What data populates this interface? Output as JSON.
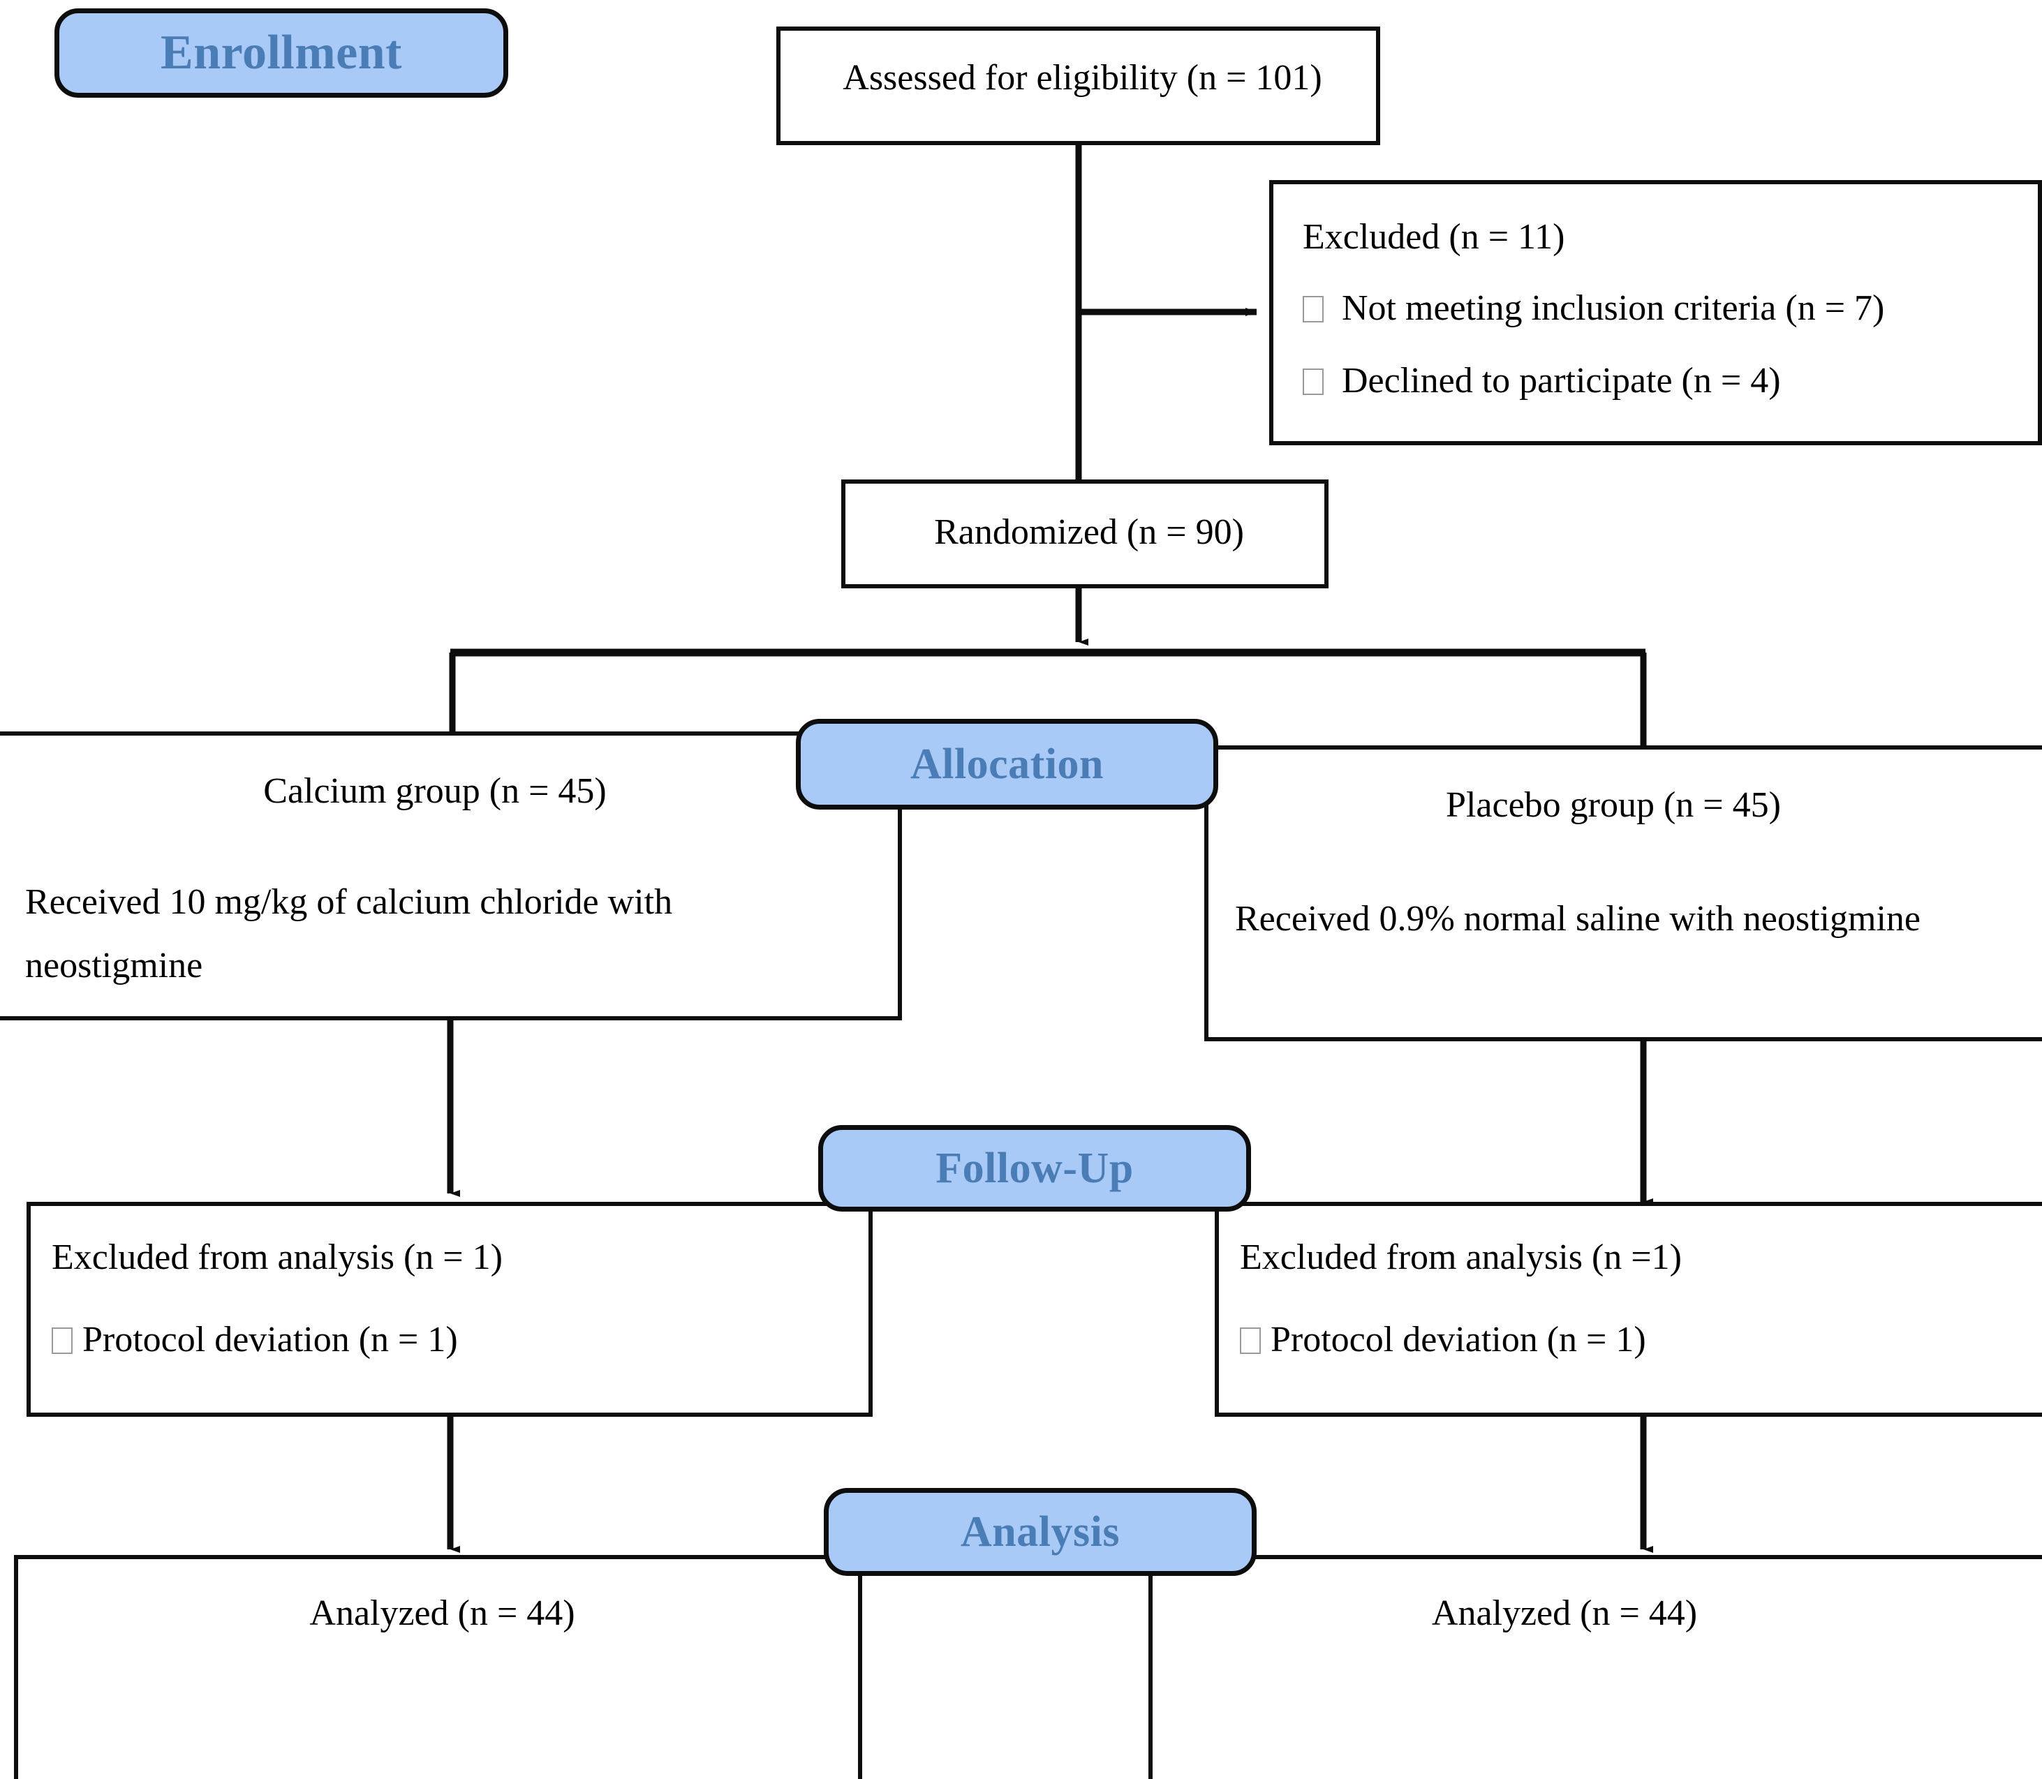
{
  "diagram": {
    "type": "CONSORT participant flow diagram",
    "colors": {
      "badge_fill": "#a9c9f7",
      "badge_border": "#0d0d0d",
      "badge_text": "#4a7db5",
      "box_border": "#0d0d0d",
      "box_fill": "#ffffff",
      "text": "#000000",
      "bullet_glyph": "#9a9a9a"
    }
  },
  "stages": {
    "enrollment": "Enrollment",
    "allocation": "Allocation",
    "followup": "Follow-Up",
    "analysis": "Analysis"
  },
  "enrollment": {
    "assessed": "Assessed for eligibility (n = 101)",
    "excluded_title": "Excluded (n = 11)",
    "excluded_items": [
      "Not meeting inclusion criteria (n = 7)",
      "Declined to participate (n = 4)"
    ],
    "randomized": "Randomized (n = 90)"
  },
  "allocation": {
    "left": {
      "group": "Calcium group (n = 45)",
      "intervention": "Received 10 mg/kg of calcium chloride with neostigmine"
    },
    "right": {
      "group": "Placebo group (n = 45)",
      "intervention": "Received 0.9% normal saline with neostigmine"
    }
  },
  "followup": {
    "left": {
      "title": "Excluded from analysis (n = 1)",
      "items": [
        "Protocol deviation (n = 1)"
      ]
    },
    "right": {
      "title": "Excluded from analysis (n =1)",
      "items": [
        "Protocol deviation (n = 1)"
      ]
    }
  },
  "analysis": {
    "left": "Analyzed (n = 44)",
    "right": "Analyzed (n = 44)"
  }
}
